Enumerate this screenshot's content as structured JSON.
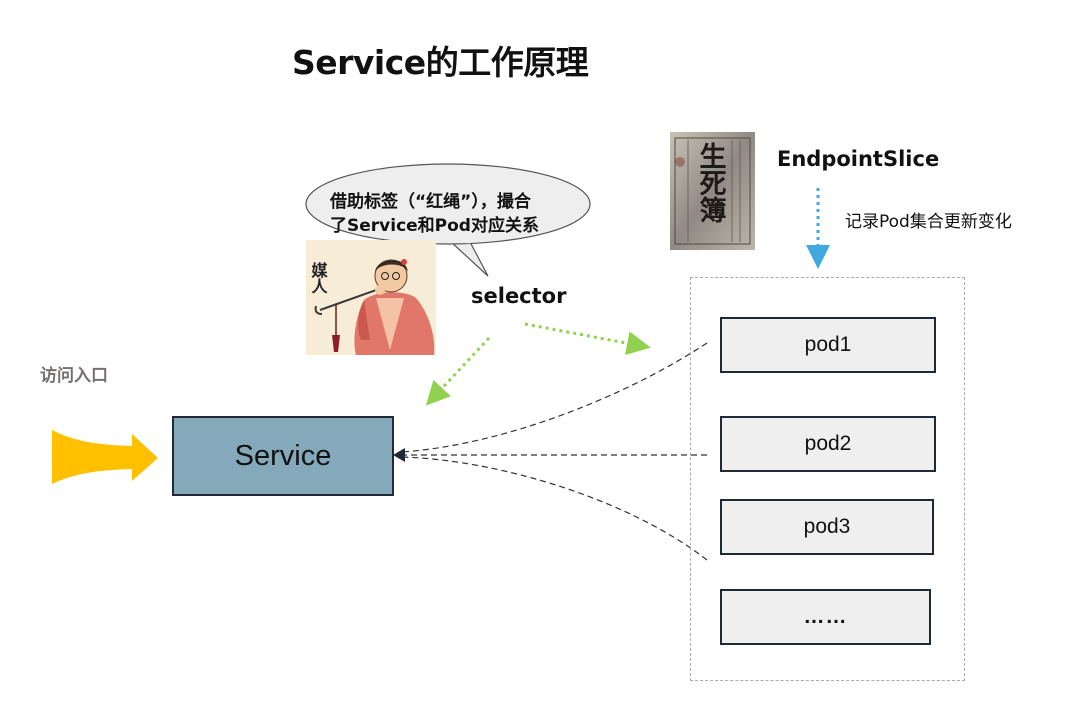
{
  "title": "Service的工作原理",
  "bubble": {
    "line1": "借助标签（“红绳”），撮合",
    "line2": "了Service和Pod对应关系"
  },
  "selector_label": "selector",
  "endpoint": {
    "label": "EndpointSlice",
    "description": "记录Pod集合更新变化"
  },
  "entry_label": "访问入口",
  "service_label": "Service",
  "pods": [
    "pod1",
    "pod2",
    "pod3",
    "……"
  ],
  "illustrations": {
    "matchmaker_caption": "媒人",
    "book_caption": "生死簿"
  },
  "colors": {
    "service_fill": "#84a9bb",
    "pod_fill": "#efefef",
    "box_border": "#1f2a36",
    "entry_arrow": "#ffc000",
    "selector_arrows": "#92d050",
    "endpoint_arrow": "#41a9e0",
    "pod_links": "#333333"
  },
  "icons": {
    "entry": "entry-arrow-icon",
    "selector_flow": "dotted-arrow-icon",
    "endpoint_flow": "dotted-arrow-down-icon"
  }
}
